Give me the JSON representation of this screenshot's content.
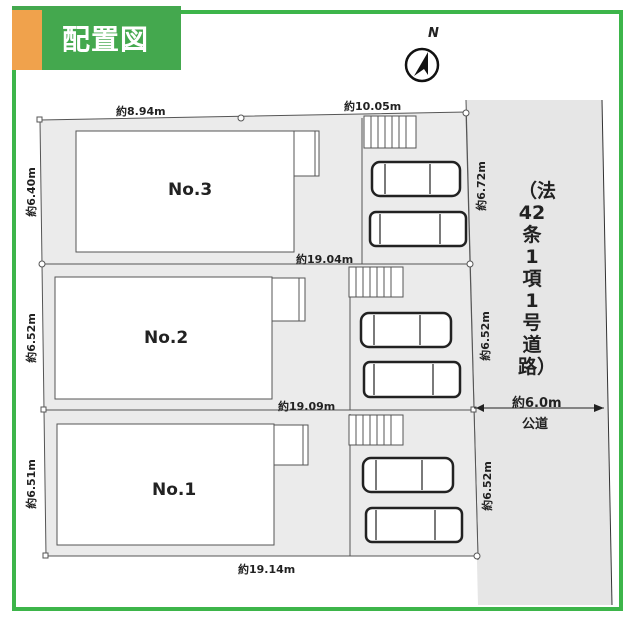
{
  "title": "配置図",
  "compass": {
    "label": "N"
  },
  "lots": [
    {
      "name": "No.3",
      "depth": "約6.40m",
      "frontage": "約6.72m",
      "length": "約19.04m"
    },
    {
      "name": "No.2",
      "depth": "約6.52m",
      "frontage": "約6.52m",
      "length": "約19.09m"
    },
    {
      "name": "No.1",
      "depth": "約6.51m",
      "frontage": "約6.52m",
      "length": "約19.14m"
    }
  ],
  "top_dimensions": {
    "left": "約8.94m",
    "right": "約10.05m"
  },
  "road": {
    "label": "（法42条1項1号道路）",
    "width": "約6.0m",
    "type": "公道"
  },
  "colors": {
    "frame": "#3db54a",
    "title_bg": "#44a84e",
    "accent": "#f0a24c",
    "ground": "#ebebeb",
    "road": "#e6e6e6"
  }
}
